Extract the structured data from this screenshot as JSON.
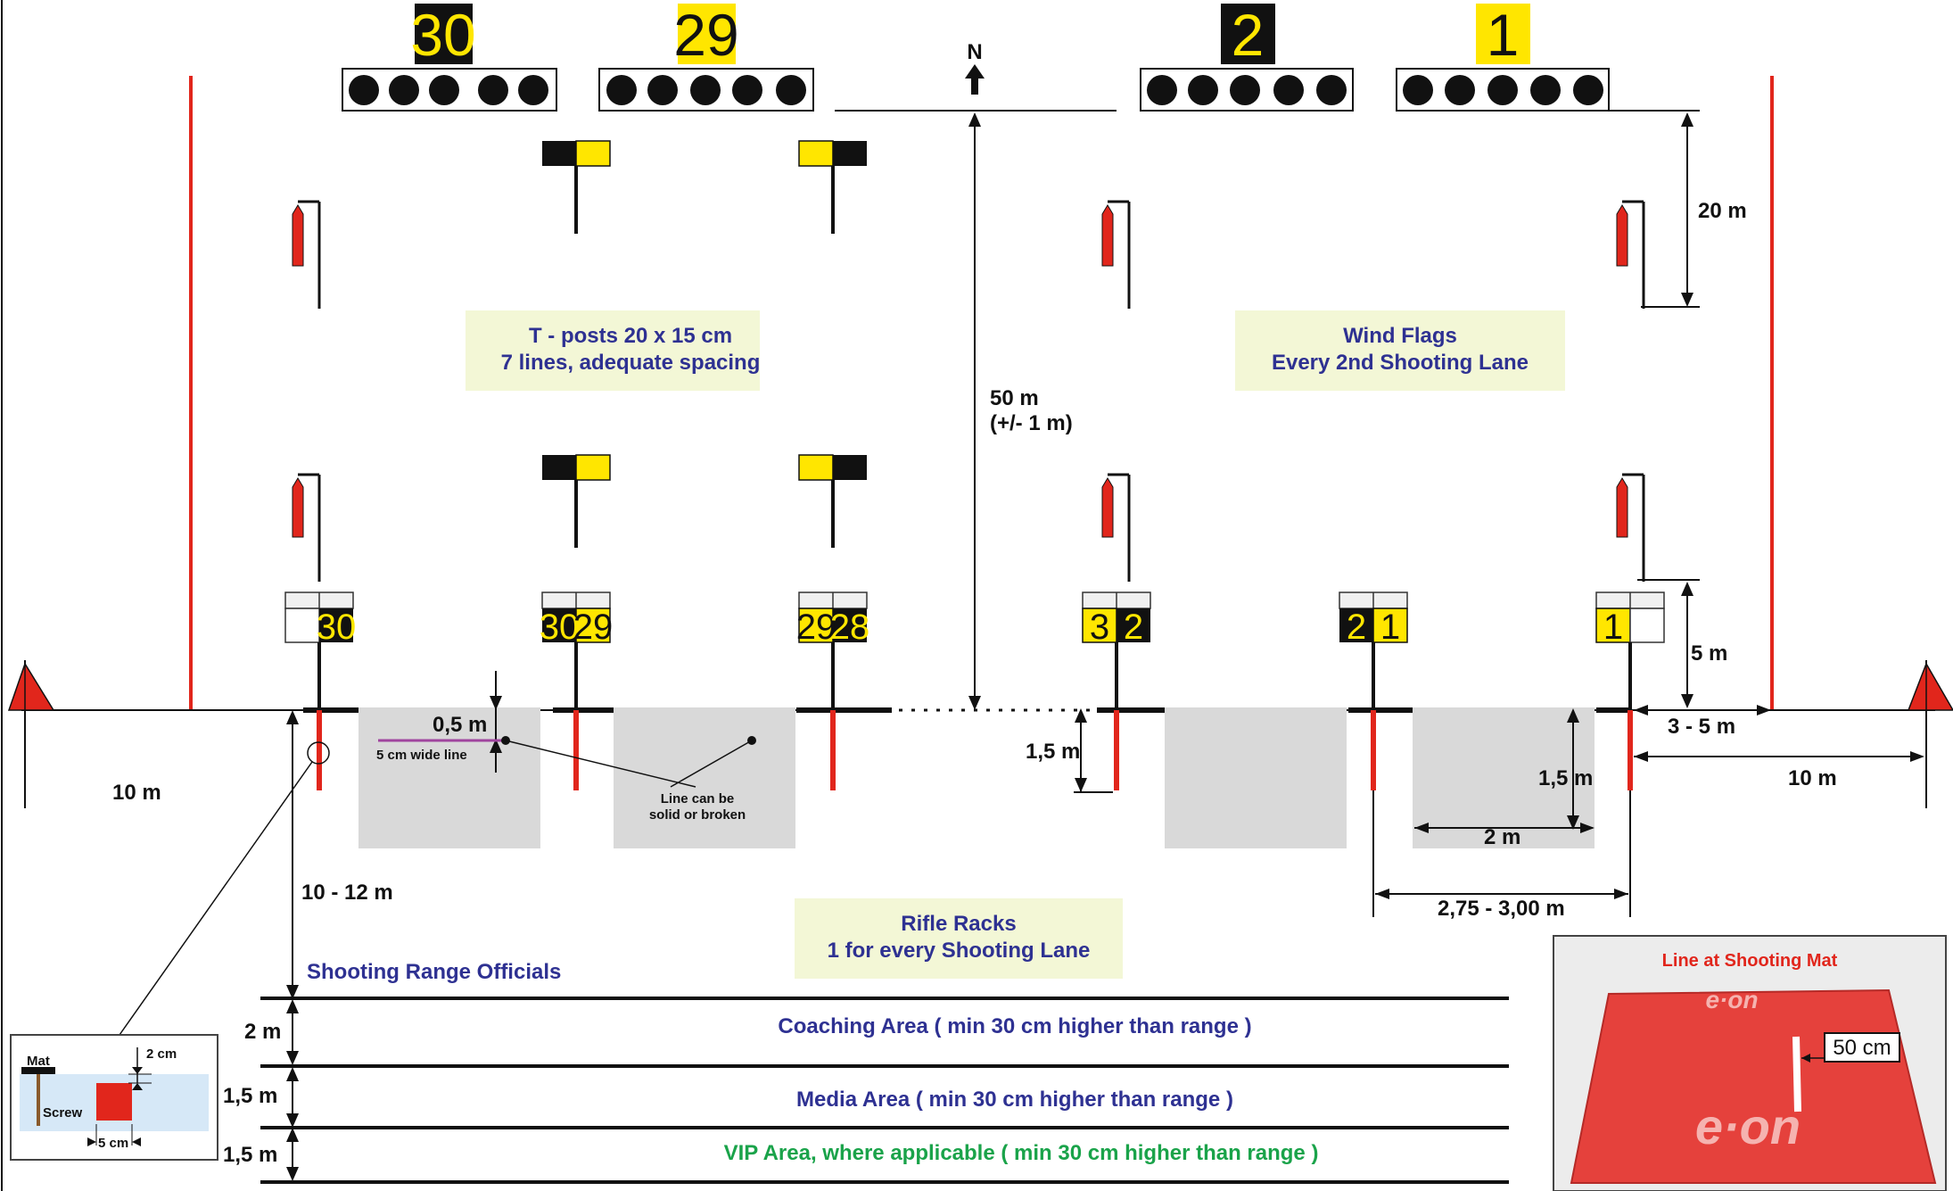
{
  "colors": {
    "black": "#111111",
    "yellow": "#ffe600",
    "red": "#e1261c",
    "grey": "#d9d9d9",
    "note_bg": "#f3f7d6",
    "navy": "#2e3192",
    "green": "#1aa34a",
    "magenta": "#a0449e",
    "light_blue": "#d6e8f7"
  },
  "north": "N",
  "target_banks": [
    {
      "number": "30",
      "style": "yellow-on-black"
    },
    {
      "number": "29",
      "style": "black-on-yellow"
    },
    {
      "number": "2",
      "style": "yellow-on-black"
    },
    {
      "number": "1",
      "style": "black-on-yellow"
    }
  ],
  "notes": {
    "tposts_line1": "T - posts 20 x 15 cm",
    "tposts_line2": "7 lines, adequate spacing",
    "wind_line1": "Wind Flags",
    "wind_line2": "Every 2nd Shooting Lane",
    "racks_line1": "Rifle Racks",
    "racks_line2": "1 for every Shooting Lane"
  },
  "lane_signs": [
    {
      "left": "",
      "right": "30"
    },
    {
      "left": "30",
      "right": "29"
    },
    {
      "left": "29",
      "right": "28"
    },
    {
      "left": "3",
      "right": "2"
    },
    {
      "left": "2",
      "right": "1"
    },
    {
      "left": "1",
      "right": ""
    }
  ],
  "dimensions": {
    "d20m": "20 m",
    "d50m_1": "50 m",
    "d50m_2": "(+/- 1 m)",
    "d5m": "5 m",
    "d3_5m": "3 - 5 m",
    "d10m_right": "10 m",
    "d10m_left": "10 m",
    "d0_5m": "0,5 m",
    "d5cm_line": "5 cm wide line",
    "line_note_1": "Line can be",
    "line_note_2": "solid or broken",
    "d1_5m_lane": "1,5 m",
    "d1_5m_mat": "1,5 m",
    "d2m_mat": "2 m",
    "d275_300": "2,75 - 3,00 m",
    "d10_12m": "10 - 12 m",
    "d2m_band": "2 m",
    "d1_5m_band1": "1,5 m",
    "d1_5m_band2": "1,5 m"
  },
  "areas": {
    "officials": "Shooting Range Officials",
    "coaching": "Coaching Area ( min 30 cm higher than range )",
    "media": "Media Area ( min 30 cm higher than range )",
    "vip": "VIP Area, where applicable ( min 30 cm higher than range )"
  },
  "detail_inset": {
    "mat": "Mat",
    "screw": "Screw",
    "d2cm": "2 cm",
    "d5cm": "5 cm"
  },
  "photo_inset": {
    "title": "Line at Shooting Mat",
    "measure": "50 cm",
    "logo": "e·on"
  }
}
